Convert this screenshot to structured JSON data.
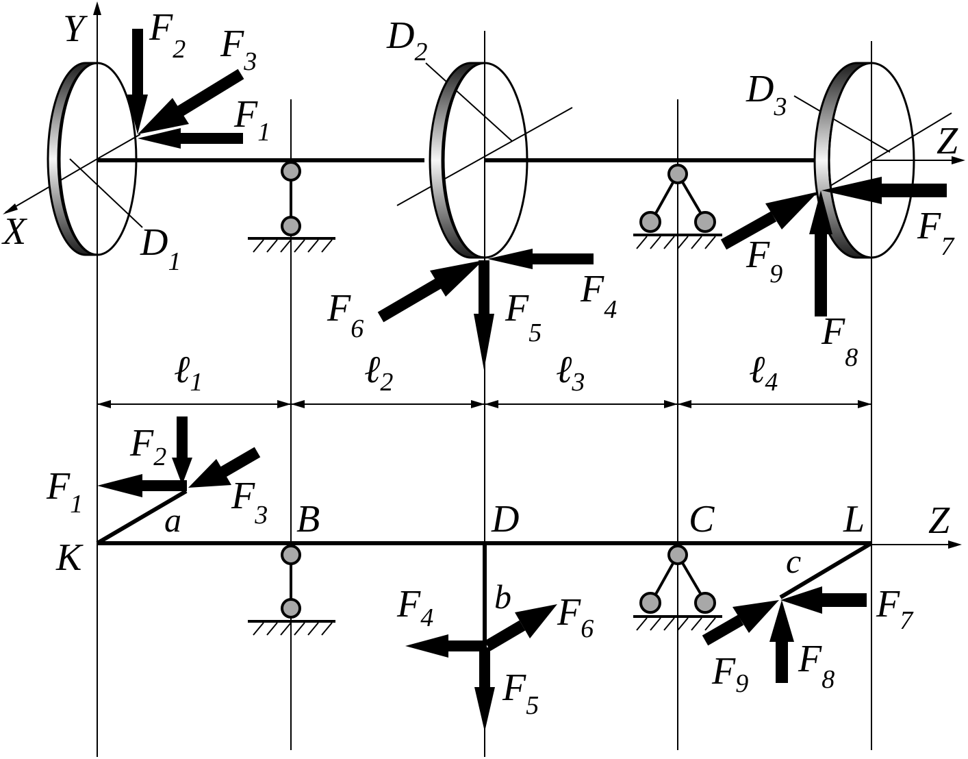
{
  "labels": {
    "y_axis": "Y",
    "x_axis": "X",
    "z_axis_top": "Z",
    "z_axis_bottom": "Z",
    "F": "F",
    "D": "D",
    "ell": "ℓ",
    "sub1": "1",
    "sub2": "2",
    "sub3": "3",
    "sub4": "4",
    "sub5": "5",
    "sub6": "6",
    "sub7": "7",
    "sub8": "8",
    "sub9": "9",
    "point_K": "K",
    "point_B": "B",
    "point_D": "D",
    "point_C": "C",
    "point_L": "L",
    "arm_a": "a",
    "arm_b": "b",
    "arm_c": "c"
  },
  "colors": {
    "ink": "#000000",
    "joint_fill": "#a8a8a8",
    "disk_dark": "#2a2a2a",
    "disk_light": "#f4f4f4"
  }
}
